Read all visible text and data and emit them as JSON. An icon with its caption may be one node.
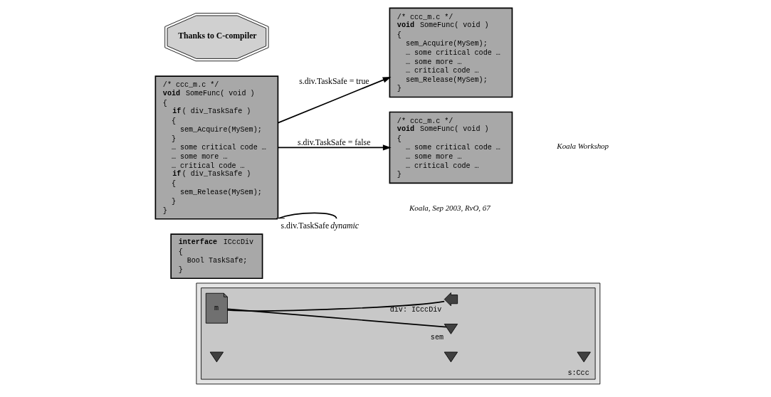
{
  "diagram": {
    "nodes": [
      {
        "text": [
          "**interface** ICccDiv",
          "{",
          "  Bool TaskSafe;",
          "}"
        ]
      },
      {
        "text": [],
        "shape": "box"
      },
      {
        "text": [
          "s:Ccc"
        ],
        "in": 1
      },
      {
        "text": [
          "m"
        ],
        "in": 2
      },
      {
        "text": [],
        "shape": "triangle",
        "in": 2,
        "beside": [
          "div: ICccDiv"
        ]
      },
      {
        "text": [],
        "shape": "triangle",
        "in": 2
      },
      {
        "text": [],
        "shape": "triangle",
        "in": 2
      },
      {
        "text": [],
        "shape": "triangle",
        "in": 2
      },
      {
        "text": [],
        "shape": "triangle",
        "in": 2,
        "beside": [
          "sem"
        ]
      },
      {
        "text": [
          "/* ccc_m.c */",
          "**void** SomeFunc( void )",
          "{",
          "  **if**( div_TaskSafe )",
          "  {",
          "    sem_Acquire(MySem);",
          "  }",
          "  … some critical code …",
          "  … some more …",
          "  … critical code …",
          "  **if**( div_TaskSafe )",
          "  {",
          "    sem_Release(MySem);",
          "  }",
          "}"
        ]
      },
      {
        "text": [
          "/* ccc_m.c */",
          "**void** SomeFunc( void )",
          "{",
          "  sem_Acquire(MySem);",
          "  … some critical code …",
          "  … some more …",
          "  … critical code …",
          "  sem_Release(MySem);",
          "}"
        ]
      },
      {
        "text": [
          "Thanks to C-compiler"
        ]
      },
      {
        "text": [
          "/* ccc_m.c */",
          "**void** SomeFunc( void )",
          "{",
          "  … some critical code …",
          "  … some more …",
          "  … critical code …",
          "}"
        ]
      }
    ],
    "edges": [
      {
        "from": 3,
        "to": 4,
        "arrow": "none"
      },
      {
        "from": 3,
        "to": 8,
        "arrow": "none"
      },
      {
        "from": 9,
        "to": 10,
        "arrow": "to",
        "label": "s.div.TaskSafe = true"
      },
      {
        "from": 9,
        "to": 12,
        "arrow": "to",
        "label": "s.div.TaskSafe = false"
      },
      {
        "from": 9,
        "to": 9,
        "arrow": "to",
        "label": "s.div.TaskSafe *dynamic*"
      }
    ],
    "labels": [
      "Koala, Sep 2003, RvO, 67",
      "Koala Workshop"
    ]
  }
}
